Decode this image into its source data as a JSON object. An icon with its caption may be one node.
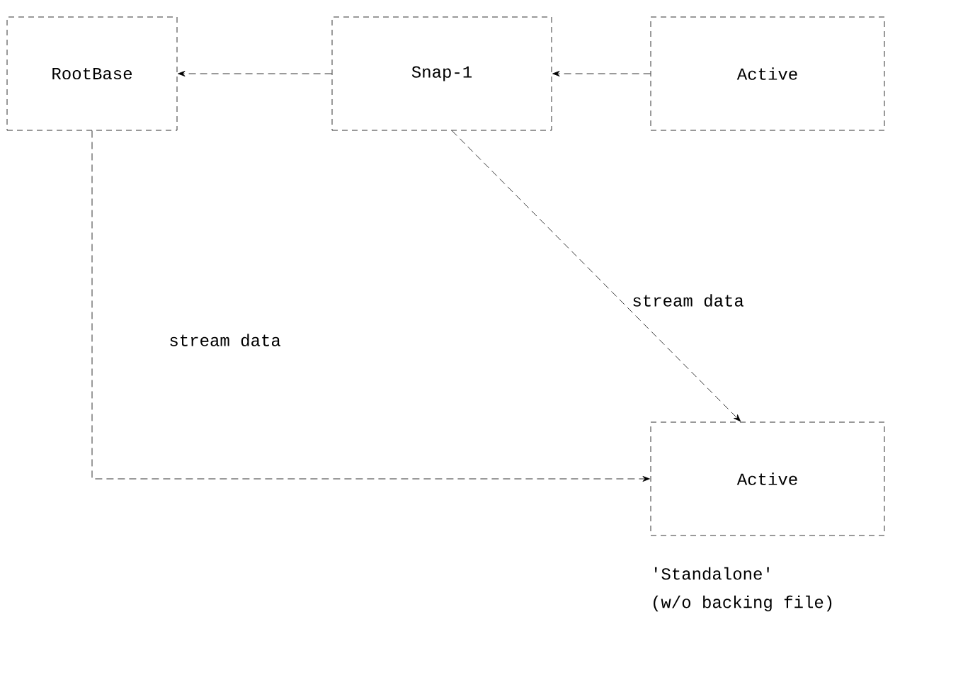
{
  "diagram": {
    "nodes": [
      {
        "text": [
          "RootBase"
        ]
      },
      {
        "text": [
          "Snap-1"
        ]
      },
      {
        "text": [
          "Active"
        ]
      },
      {
        "text": [
          "Active"
        ],
        "beside": [
          "'Standalone'",
          "(w/o backing file)"
        ]
      }
    ],
    "edges": [
      {
        "from": 1,
        "to": 0,
        "arrow": "to"
      },
      {
        "from": 2,
        "to": 1,
        "arrow": "to"
      },
      {
        "from": 1,
        "to": 3,
        "arrow": "to",
        "label": "stream data"
      },
      {
        "from": 0,
        "to": 3,
        "arrow": "to",
        "label": "stream data"
      }
    ]
  }
}
